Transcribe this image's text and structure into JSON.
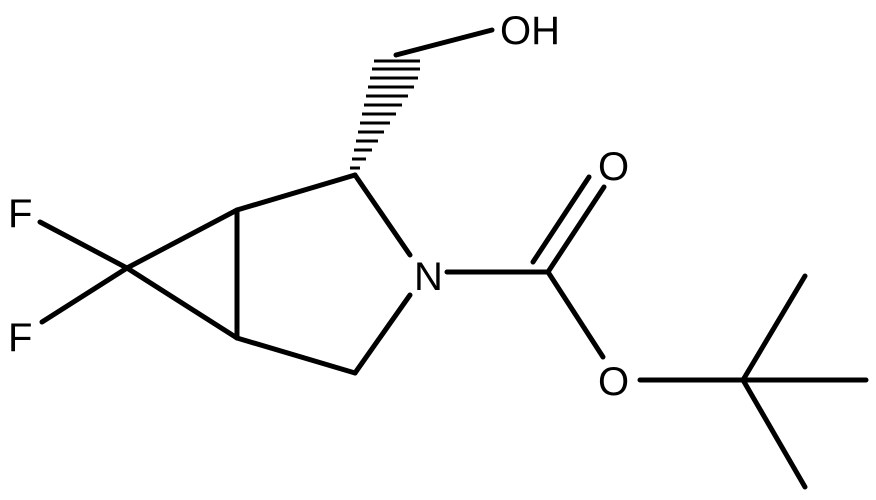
{
  "molecule": {
    "atoms": {
      "hydroxyl": "OH",
      "carbonyl_oxygen": "O",
      "ring_nitrogen": "N",
      "ester_oxygen": "O",
      "fluorine_top": "F",
      "fluorine_bottom": "F"
    },
    "stereo_bond": "hashed-wedge",
    "colors": {
      "bond": "#000000",
      "label": "#000000",
      "background": "#ffffff"
    }
  }
}
